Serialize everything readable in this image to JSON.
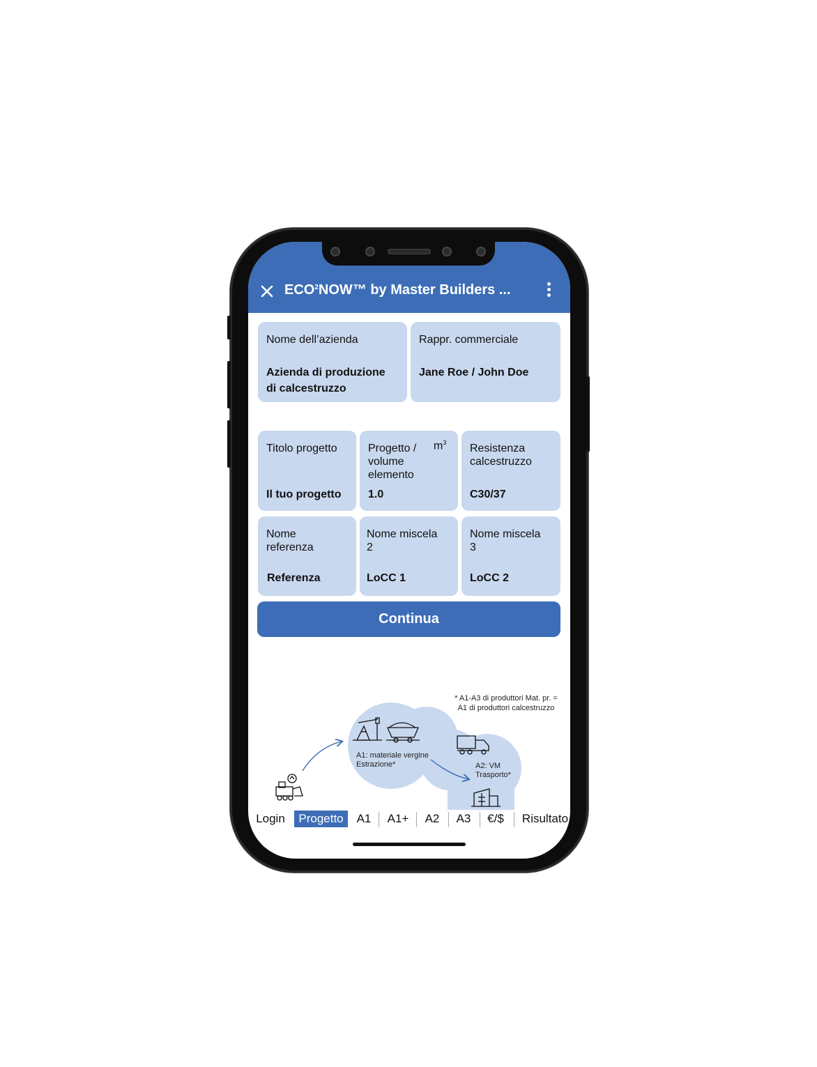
{
  "header": {
    "title_prefix": "ECO",
    "title_sup": "2",
    "title_suffix": "NOW™ by Master Builders ..."
  },
  "company": {
    "name_label": "Nome dell’azienda",
    "name_value_line1": "Azienda di produzione",
    "name_value_line2": "di calcestruzzo",
    "rep_label": "Rappr. commerciale",
    "rep_value": "Jane Roe / John Doe"
  },
  "project": {
    "title_label": "Titolo progetto",
    "title_value": "Il tuo progetto",
    "volume_label_line1": "Progetto /",
    "volume_label_line2": "volume",
    "volume_label_line3": "elemento",
    "volume_unit": "m",
    "volume_unit_sup": "3",
    "volume_value": "1.0",
    "strength_label_line1": "Resistenza",
    "strength_label_line2": "calcestruzzo",
    "strength_value": "C30/37"
  },
  "mixes": {
    "ref_label_line1": "Nome",
    "ref_label_line2": "referenza",
    "ref_value": "Referenza",
    "mix2_label_line1": "Nome miscela",
    "mix2_label_line2": "2",
    "mix2_value": "LoCC 1",
    "mix3_label_line1": "Nome miscela",
    "mix3_label_line2": "3",
    "mix3_value": "LoCC 2"
  },
  "continue_label": "Continua",
  "footnote_line1": "* A1-A3 di produttori Mat. pr. =",
  "footnote_line2": "A1 di produttori calcestruzzo",
  "flow": {
    "a1_line1": "A1: materiale vergine",
    "a1_line2": "Estrazione*",
    "a2_line1": "A2: VM",
    "a2_line2": "Trasporto*"
  },
  "tabs": [
    "Login",
    "Progetto",
    "A1",
    "A1+",
    "A2",
    "A3",
    "€/$",
    "Risultato"
  ],
  "active_tab": "Progetto",
  "colors": {
    "accent": "#3d6db6",
    "card": "#c8d8ee",
    "cloud": "#c8d8ee"
  }
}
